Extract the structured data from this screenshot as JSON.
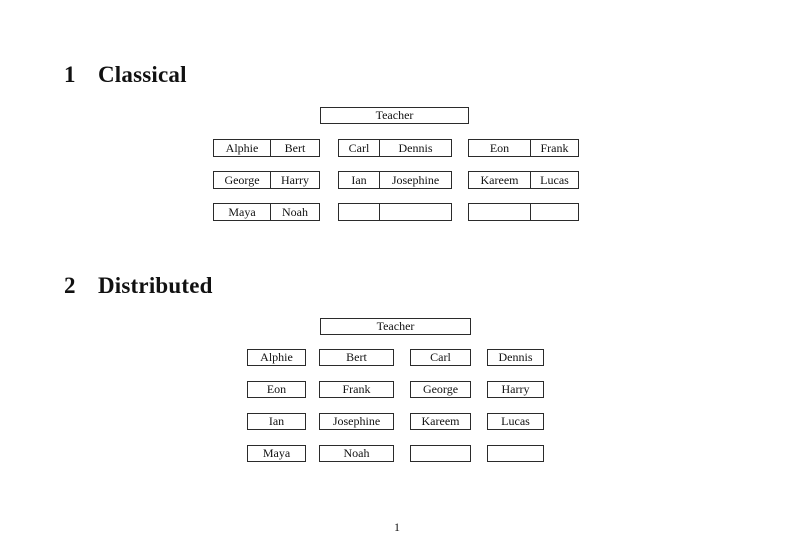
{
  "page": {
    "number": "1"
  },
  "sections": [
    {
      "number": "1",
      "title": "Classical",
      "teacher_label": "Teacher",
      "rows": [
        [
          [
            "Alphie",
            "Bert"
          ],
          [
            "Carl",
            "Dennis"
          ],
          [
            "Eon",
            "Frank"
          ]
        ],
        [
          [
            "George",
            "Harry"
          ],
          [
            "Ian",
            "Josephine"
          ],
          [
            "Kareem",
            "Lucas"
          ]
        ],
        [
          [
            "Maya",
            "Noah"
          ],
          [
            "",
            ""
          ],
          [
            "",
            ""
          ]
        ]
      ]
    },
    {
      "number": "2",
      "title": "Distributed",
      "teacher_label": "Teacher",
      "rows": [
        [
          "Alphie",
          "Bert",
          "Carl",
          "Dennis"
        ],
        [
          "Eon",
          "Frank",
          "George",
          "Harry"
        ],
        [
          "Ian",
          "Josephine",
          "Kareem",
          "Lucas"
        ],
        [
          "Maya",
          "Noah",
          "",
          ""
        ]
      ]
    }
  ]
}
